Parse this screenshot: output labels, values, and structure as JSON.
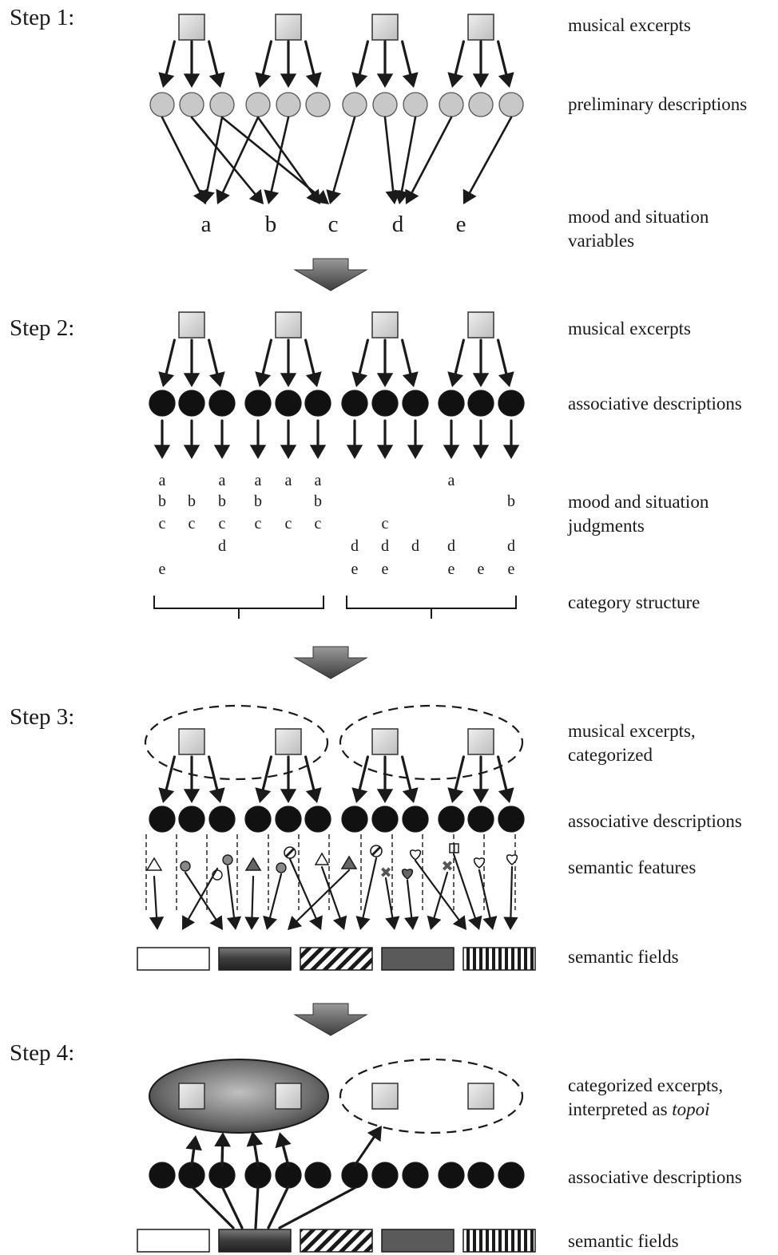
{
  "steps": {
    "s1": "Step 1:",
    "s2": "Step 2:",
    "s3": "Step 3:",
    "s4": "Step 4:"
  },
  "labels": {
    "s1_excerpts": "musical excerpts",
    "s1_prelim": "preliminary descriptions",
    "s1_variables_1": "mood and situation",
    "s1_variables_2": "variables",
    "s2_excerpts": "musical excerpts",
    "s2_assoc": "associative descriptions",
    "s2_judgments_1": "mood and situation",
    "s2_judgments_2": "judgments",
    "s2_category": "category structure",
    "s3_excerpts_1": "musical excerpts,",
    "s3_excerpts_2": "categorized",
    "s3_assoc": "associative descriptions",
    "s3_features": "semantic features",
    "s3_fields": "semantic fields",
    "s4_topoi_1": "categorized excerpts,",
    "s4_topoi_2_prefix": "interpreted as ",
    "s4_topoi_2_em": "topoi",
    "s4_assoc": "associative descriptions",
    "s4_fields": "semantic fields"
  },
  "variables": [
    "a",
    "b",
    "c",
    "d",
    "e"
  ],
  "judgments": [
    [
      "a",
      "b",
      "c",
      "",
      "e"
    ],
    [
      "",
      "b",
      "c",
      "",
      ""
    ],
    [
      "a",
      "b",
      "c",
      "d",
      ""
    ],
    [
      "a",
      "b",
      "c",
      "",
      ""
    ],
    [
      "a",
      "",
      "c",
      "",
      ""
    ],
    [
      "a",
      "b",
      "c",
      "",
      ""
    ],
    [
      "",
      "",
      "",
      "d",
      "e"
    ],
    [
      "",
      "",
      "c",
      "d",
      "e"
    ],
    [
      "",
      "",
      "",
      "d",
      ""
    ],
    [
      "a",
      "",
      "",
      "d",
      "e"
    ],
    [
      "",
      "",
      "",
      "",
      "e"
    ],
    [
      "",
      "b",
      "",
      "d",
      "e"
    ]
  ],
  "colors": {
    "ink": "#1a1a1a",
    "square_fill": "#d4d4d4",
    "circle_gray": "#c8c8c8",
    "circle_black": "#111111",
    "field_dark": "#5a5a5a"
  }
}
